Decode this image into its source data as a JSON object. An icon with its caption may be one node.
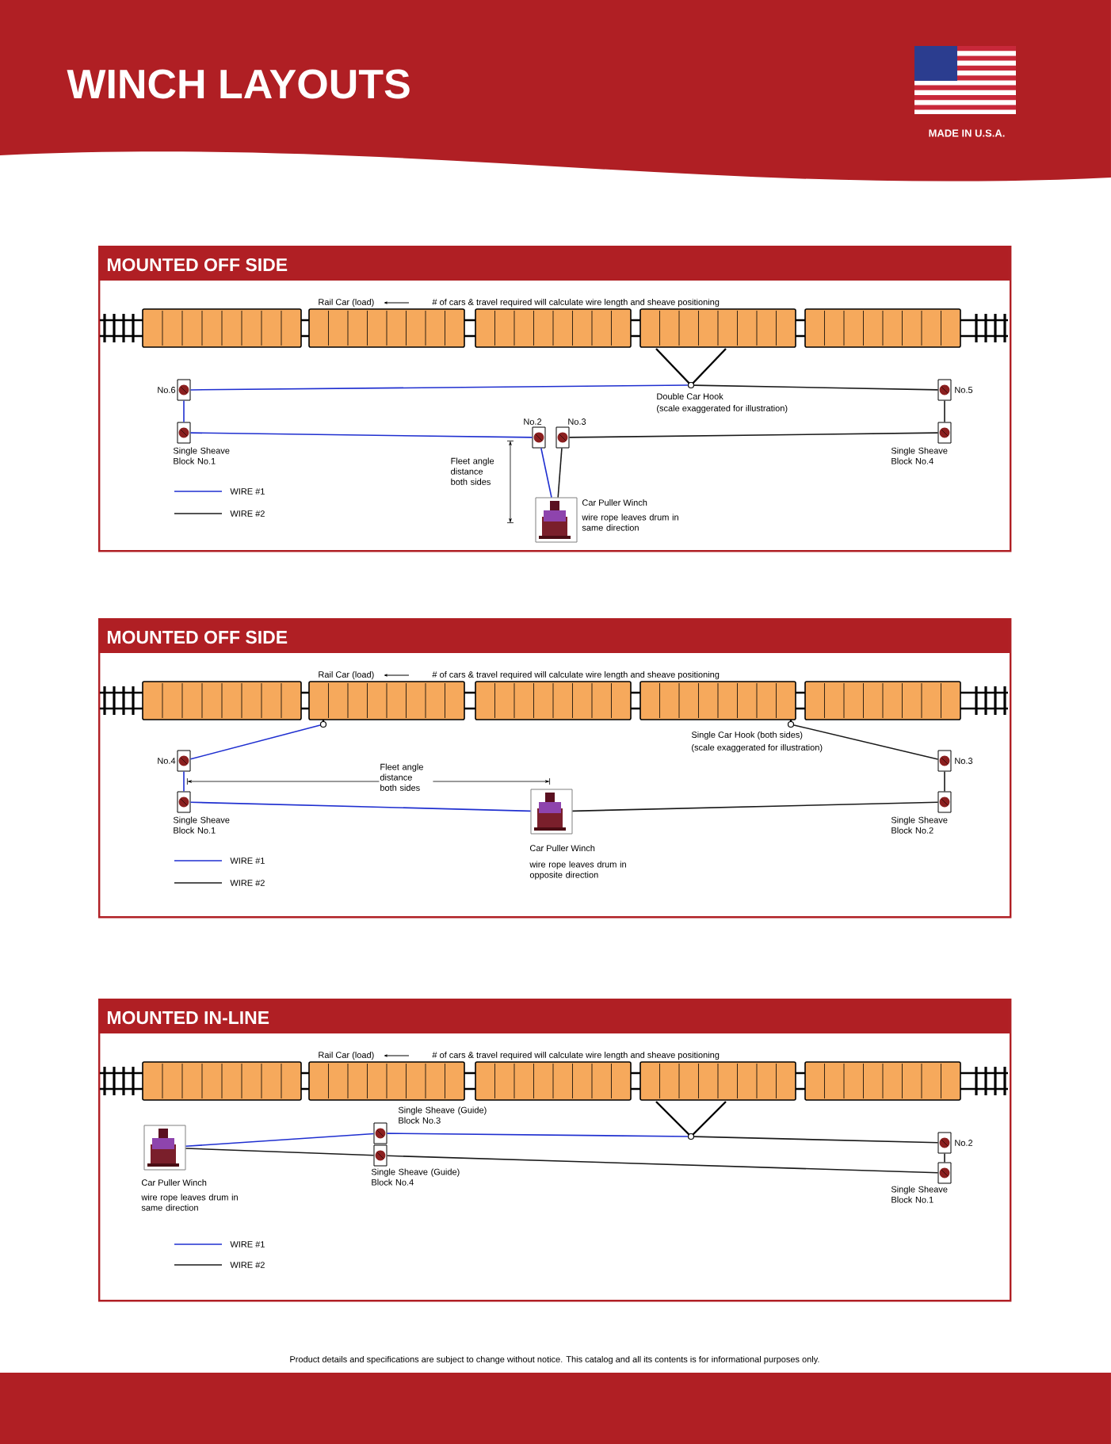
{
  "diagram": {
    "title": "WINCH LAYOUTS",
    "nodes": [
      {
        "text": [
          "MOUNTED OFF SIDE"
        ]
      },
      {
        "text": [],
        "shape": "box",
        "in": 0,
        "beside": [
          "No.6"
        ]
      },
      {
        "text": [],
        "shape": "hook",
        "in": 0,
        "beside": [
          "Double Car Hook",
          "(scale exaggerated for illustration)"
        ]
      },
      {
        "text": [],
        "shape": "box",
        "in": 0,
        "beside": [
          "No.5"
        ]
      },
      {
        "text": [],
        "shape": "box",
        "in": 0,
        "beside": [
          "Single Sheave Block No.1"
        ]
      },
      {
        "text": [],
        "shape": "box",
        "in": 0,
        "beside": [
          "No.2"
        ]
      },
      {
        "text": [],
        "shape": "box",
        "in": 0,
        "beside": [
          "No.3"
        ]
      },
      {
        "text": [],
        "shape": "box",
        "in": 0,
        "beside": [
          "Single Sheave Block No.4"
        ]
      },
      {
        "text": [],
        "shape": "picture",
        "in": 0,
        "beside": [
          "Car Puller Winch",
          "wire rope leaves drum in same direction"
        ]
      },
      {
        "text": [
          "MOUNTED OFF SIDE"
        ]
      },
      {
        "text": [],
        "shape": "hook",
        "in": 9
      },
      {
        "text": [],
        "shape": "hook",
        "in": 9,
        "beside": [
          "Single Car Hook (both sides)",
          "(scale exaggerated for illustration)"
        ]
      },
      {
        "text": [],
        "shape": "box",
        "in": 9,
        "beside": [
          "No.4"
        ]
      },
      {
        "text": [],
        "shape": "box",
        "in": 9,
        "beside": [
          "No.3"
        ]
      },
      {
        "text": [],
        "shape": "box",
        "in": 9,
        "beside": [
          "Single Sheave Block No.1"
        ]
      },
      {
        "text": [],
        "shape": "picture",
        "in": 9,
        "beside": [
          "Car Puller Winch",
          "wire rope leaves drum in opposite direction"
        ]
      },
      {
        "text": [],
        "shape": "box",
        "in": 9,
        "beside": [
          "Single Sheave Block No.2"
        ]
      },
      {
        "text": [
          "MOUNTED IN-LINE"
        ]
      },
      {
        "text": [],
        "shape": "picture",
        "in": 17,
        "beside": [
          "Car Puller Winch",
          "wire rope leaves drum in same direction"
        ]
      },
      {
        "text": [],
        "shape": "box",
        "in": 17,
        "beside": [
          "Single Sheave (Guide) Block No.3"
        ]
      },
      {
        "text": [],
        "shape": "hook",
        "in": 17
      },
      {
        "text": [],
        "shape": "box",
        "in": 17,
        "beside": [
          "No.2"
        ]
      },
      {
        "text": [],
        "shape": "box",
        "in": 17,
        "beside": [
          "Single Sheave (Guide) Block No.4"
        ]
      },
      {
        "text": [],
        "shape": "box",
        "in": 17,
        "beside": [
          "Single Sheave Block No.1"
        ]
      }
    ],
    "edges": [
      {
        "from": 8,
        "to": 5,
        "arrow": "none",
        "color": "#1f2fd0"
      },
      {
        "from": 5,
        "to": 4,
        "arrow": "none",
        "color": "#1f2fd0"
      },
      {
        "from": 4,
        "to": 1,
        "arrow": "none",
        "color": "#1f2fd0"
      },
      {
        "from": 1,
        "to": 2,
        "arrow": "none",
        "color": "#1f2fd0"
      },
      {
        "from": 8,
        "to": 6,
        "arrow": "none"
      },
      {
        "from": 6,
        "to": 7,
        "arrow": "none"
      },
      {
        "from": 7,
        "to": 3,
        "arrow": "none"
      },
      {
        "from": 3,
        "to": 2,
        "arrow": "none"
      },
      {
        "from": 15,
        "to": 14,
        "arrow": "none",
        "color": "#1f2fd0"
      },
      {
        "from": 14,
        "to": 12,
        "arrow": "none",
        "color": "#1f2fd0"
      },
      {
        "from": 12,
        "to": 10,
        "arrow": "none",
        "color": "#1f2fd0"
      },
      {
        "from": 15,
        "to": 16,
        "arrow": "none"
      },
      {
        "from": 16,
        "to": 13,
        "arrow": "none"
      },
      {
        "from": 13,
        "to": 11,
        "arrow": "none"
      },
      {
        "from": 18,
        "to": 19,
        "arrow": "none",
        "color": "#1f2fd0"
      },
      {
        "from": 19,
        "to": 20,
        "arrow": "none",
        "color": "#1f2fd0"
      },
      {
        "from": 20,
        "to": 21,
        "arrow": "none"
      },
      {
        "from": 21,
        "to": 23,
        "arrow": "none"
      },
      {
        "from": 23,
        "to": 22,
        "arrow": "none"
      },
      {
        "from": 22,
        "to": 18,
        "arrow": "none"
      }
    ],
    "labels": [
      "MADE IN U.S.A.",
      "Rail Car (load)",
      "# of cars & travel required will calculate wire length and sheave positioning",
      "Fleet angle distance both sides",
      "Rail Car (load)",
      "# of cars & travel required will calculate wire length and sheave positioning",
      "Fleet angle distance both sides",
      "Rail Car (load)",
      "# of cars & travel required will calculate wire length and sheave positioning",
      "Product details and specifications are subject to change without notice. This catalog and all its contents is for informational purposes only."
    ],
    "legend": [
      {
        "text": "WIRE #1"
      },
      {
        "text": "WIRE #2"
      },
      {
        "text": "WIRE #1"
      },
      {
        "text": "WIRE #2"
      },
      {
        "text": "WIRE #1"
      },
      {
        "text": "WIRE #2"
      }
    ]
  }
}
